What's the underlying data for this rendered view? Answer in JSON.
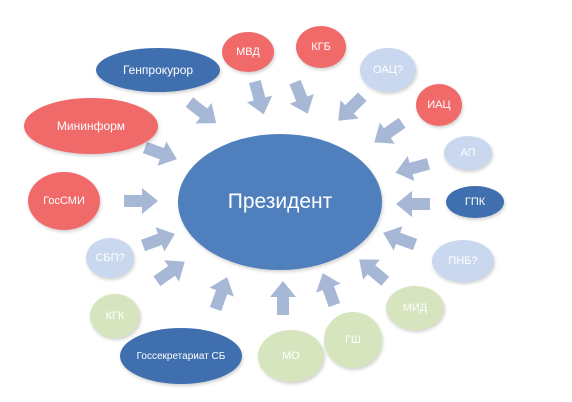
{
  "diagram": {
    "center": {
      "label": "Президент"
    },
    "nodes": [
      {
        "id": "mvd",
        "label": "МВД"
      },
      {
        "id": "kgb",
        "label": "КГБ"
      },
      {
        "id": "oac",
        "label": "ОАЦ?"
      },
      {
        "id": "iac",
        "label": "ИАЦ"
      },
      {
        "id": "ap",
        "label": "АП"
      },
      {
        "id": "gpk",
        "label": "ГПК"
      },
      {
        "id": "pnb",
        "label": "ПНБ?"
      },
      {
        "id": "mid",
        "label": "МИД"
      },
      {
        "id": "gsh",
        "label": "ГШ"
      },
      {
        "id": "mo",
        "label": "МО"
      },
      {
        "id": "gossekretariat",
        "label": "Госсекретариат СБ"
      },
      {
        "id": "kgk",
        "label": "КГК"
      },
      {
        "id": "sbp",
        "label": "СБП?"
      },
      {
        "id": "gossmi",
        "label": "ГосСМИ"
      },
      {
        "id": "mininform",
        "label": "Мининформ"
      },
      {
        "id": "genprokuror",
        "label": "Генпрокурор"
      }
    ]
  },
  "colors": {
    "dark_blue": "#4a78b5",
    "red": "#f06a6a",
    "light_blue": "#c9d8ee",
    "light_green": "#d6e5bd",
    "arrow": "#a7b8d6",
    "center": "#4f7fbd"
  }
}
